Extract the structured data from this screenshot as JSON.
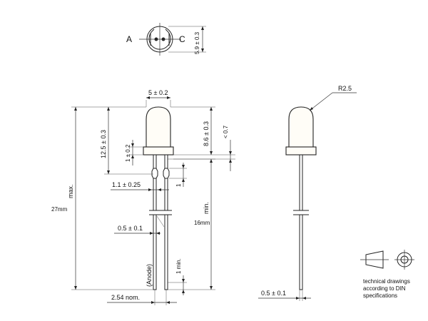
{
  "top_view": {
    "anode_label": "A",
    "cathode_label": "C",
    "flange_dim": "5.9 ± 0.3"
  },
  "front_view": {
    "body_diameter": "5 ± 0.2",
    "body_height": "12.5 ± 0.3",
    "flange_thickness": "1 ± 0.2",
    "total_length_prefix": "max.",
    "total_length": "27mm",
    "dome_height": "8.6 ± 0.3",
    "flange_offset": "< 0.7",
    "lead_kink_width": "1.1 ± 0.25",
    "kink_length": "1",
    "lead_min_prefix": "min.",
    "lead_min_length": "16mm",
    "lead_width": "0.5 ± 0.1",
    "anode_marker": "(Anode)",
    "tip_min": "1 min.",
    "pitch": "2.54 nom."
  },
  "side_view": {
    "dome_radius": "R2.5",
    "lead_width": "0.5 ± 0.1"
  },
  "projection_note": {
    "text_lines": [
      "technical drawings",
      "according to DIN",
      "specifications"
    ]
  }
}
